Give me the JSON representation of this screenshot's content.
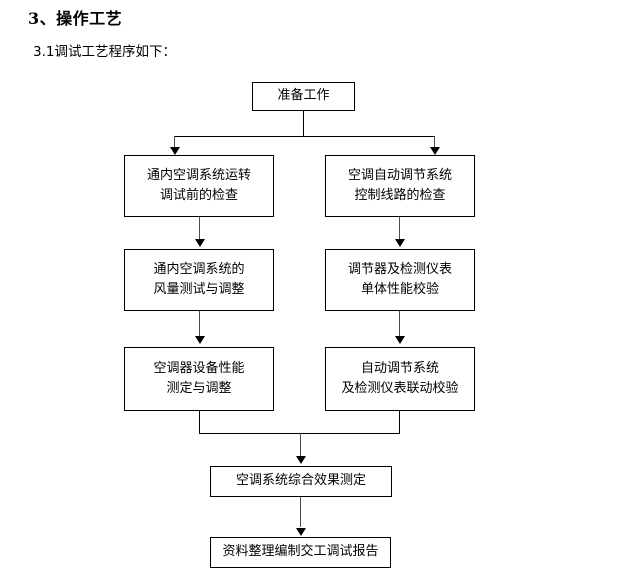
{
  "document": {
    "heading": "3、操作工艺",
    "subheading": "3.1调试工艺程序如下："
  },
  "flowchart": {
    "nodes": [
      {
        "id": "start",
        "lines": [
          "准备工作"
        ]
      },
      {
        "id": "left-1",
        "lines": [
          "通内空调系统运转",
          "调试前的检查"
        ]
      },
      {
        "id": "right-1",
        "lines": [
          "空调自动调节系统",
          "控制线路的检查"
        ]
      },
      {
        "id": "left-2",
        "lines": [
          "通内空调系统的",
          "风量测试与调整"
        ]
      },
      {
        "id": "right-2",
        "lines": [
          "调节器及检测仪表",
          "单体性能校验"
        ]
      },
      {
        "id": "left-3",
        "lines": [
          "空调器设备性能",
          "测定与调整"
        ]
      },
      {
        "id": "right-3",
        "lines": [
          "自动调节系统",
          "及检测仪表联动校验"
        ]
      },
      {
        "id": "merge-1",
        "lines": [
          "空调系统综合效果测定"
        ]
      },
      {
        "id": "end",
        "lines": [
          "资料整理编制交工调试报告"
        ]
      }
    ],
    "colors": {
      "box_border": "#000000",
      "connector": "#4d4d4d",
      "arrowhead": "#000000",
      "text": "#000000",
      "background": "#ffffff"
    }
  }
}
